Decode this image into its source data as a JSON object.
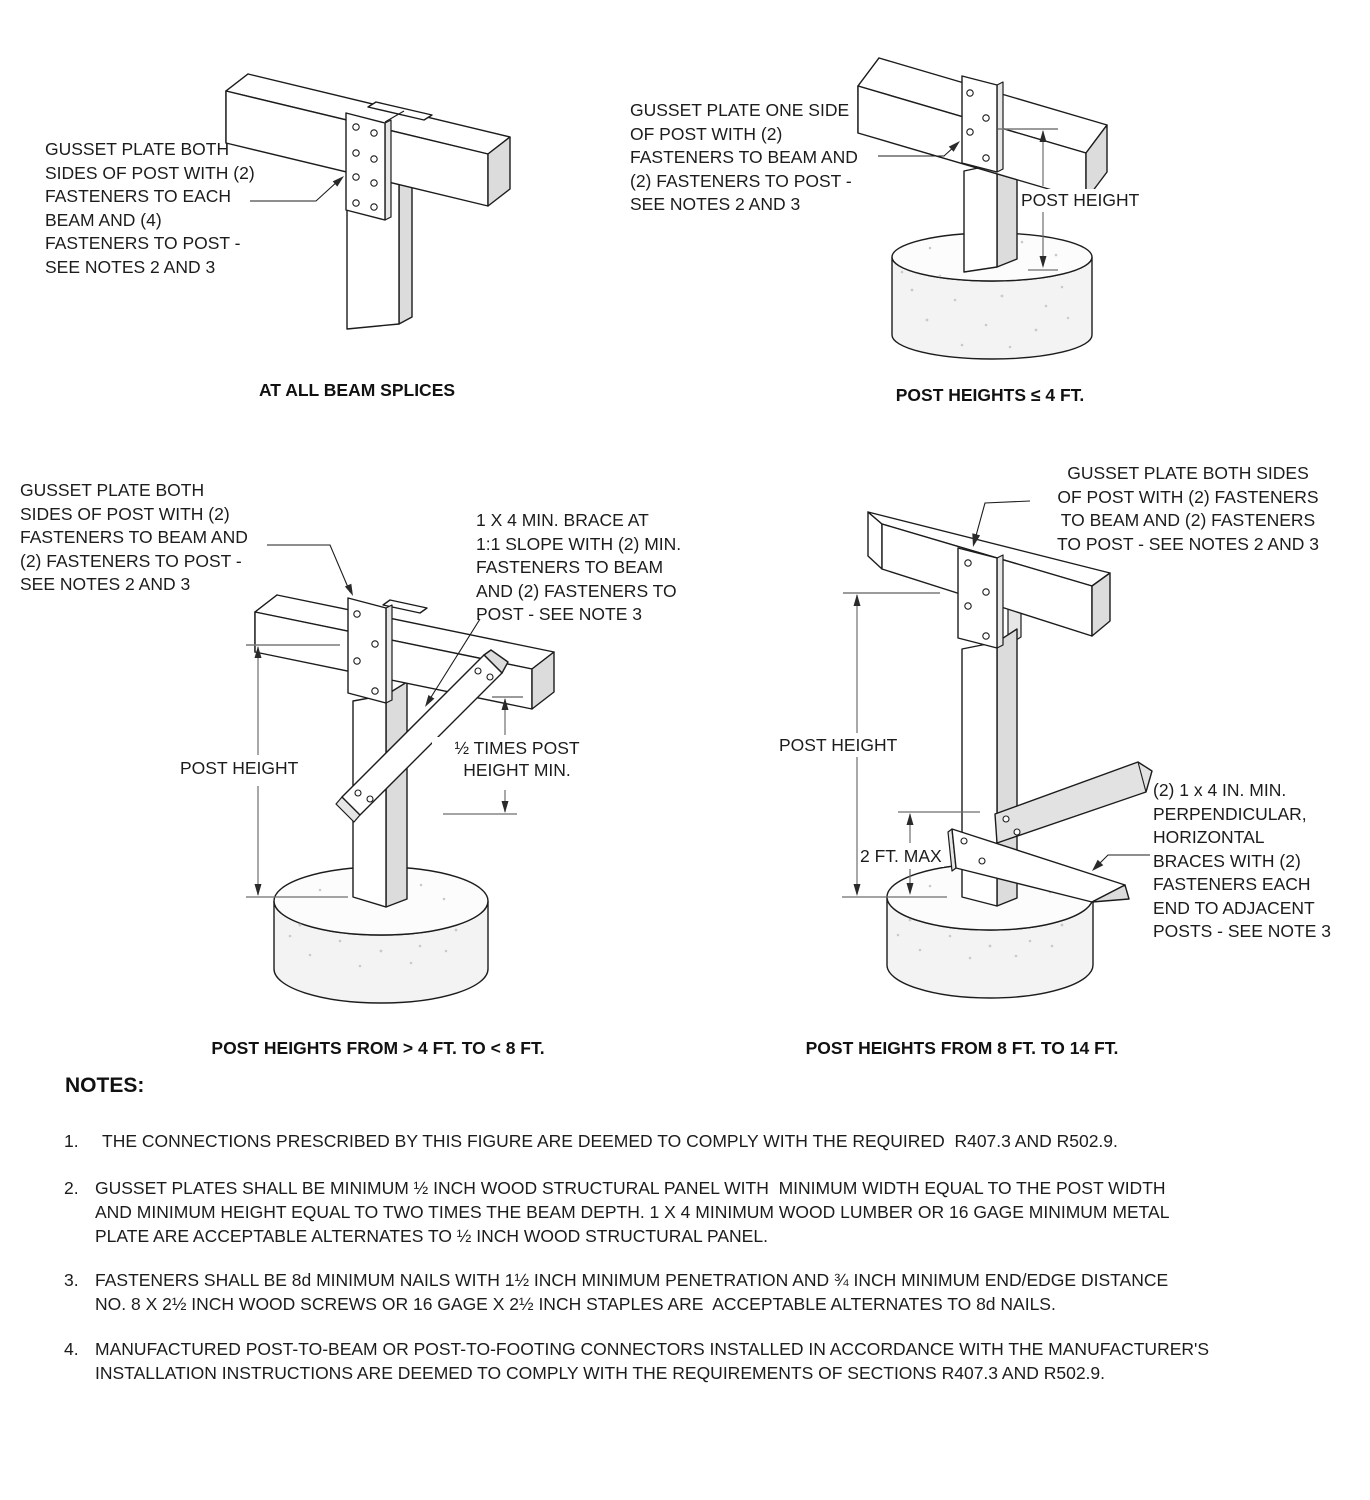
{
  "figure": {
    "panels": [
      {
        "id": "beam-splice",
        "callout_gusset": "GUSSET PLATE BOTH\nSIDES OF POST WITH (2)\nFASTENERS TO EACH\nBEAM AND (4)\nFASTENERS TO POST -\nSEE NOTES 2 AND 3",
        "caption": "AT ALL BEAM SPLICES"
      },
      {
        "id": "post-height-up-to-4ft",
        "callout_gusset": "GUSSET PLATE ONE SIDE\nOF POST WITH (2)\nFASTENERS TO BEAM AND\n(2) FASTENERS TO POST -\nSEE NOTES 2 AND 3",
        "dim_post_height": "POST HEIGHT",
        "caption": "POST HEIGHTS ≤ 4 FT."
      },
      {
        "id": "post-height-4-to-8ft",
        "callout_gusset": "GUSSET PLATE BOTH\nSIDES OF POST WITH (2)\nFASTENERS TO BEAM AND\n(2) FASTENERS TO POST -\nSEE NOTES 2 AND 3",
        "callout_brace": "1 X 4 MIN. BRACE AT\n1:1 SLOPE WITH (2) MIN.\nFASTENERS TO BEAM\nAND (2) FASTENERS TO\nPOST - SEE NOTE 3",
        "dim_post_height": "POST HEIGHT",
        "dim_half_post_height": "½ TIMES POST\nHEIGHT MIN.",
        "caption": "POST HEIGHTS FROM > 4 FT. TO < 8 FT."
      },
      {
        "id": "post-height-8-to-14ft",
        "callout_gusset": "GUSSET PLATE BOTH SIDES\nOF POST WITH (2) FASTENERS\nTO BEAM AND (2) FASTENERS\nTO POST - SEE NOTES 2 AND 3",
        "callout_braces": "(2) 1 x 4 IN. MIN.\nPERPENDICULAR,\nHORIZONTAL\nBRACES WITH (2)\nFASTENERS EACH\nEND TO ADJACENT\nPOSTS - SEE NOTE 3",
        "dim_post_height": "POST HEIGHT",
        "dim_2ft_max": "2 FT. MAX",
        "caption": "POST HEIGHTS FROM 8 FT. TO 14 FT."
      }
    ],
    "notes": {
      "heading": "NOTES:",
      "items": [
        {
          "num": "1.",
          "text": "THE CONNECTIONS PRESCRIBED BY THIS FIGURE ARE DEEMED TO COMPLY WITH THE REQUIRED  R407.3 AND R502.9."
        },
        {
          "num": "2.",
          "text": "GUSSET PLATES SHALL BE MINIMUM ½ INCH WOOD STRUCTURAL PANEL WITH  MINIMUM WIDTH EQUAL TO THE POST WIDTH\nAND MINIMUM HEIGHT EQUAL TO TWO TIMES THE BEAM DEPTH. 1 X 4 MINIMUM WOOD LUMBER OR 16 GAGE MINIMUM METAL\nPLATE ARE ACCEPTABLE ALTERNATES TO ½ INCH WOOD STRUCTURAL PANEL."
        },
        {
          "num": "3.",
          "text": "FASTENERS SHALL BE 8d MINIMUM NAILS WITH 1½ INCH MINIMUM PENETRATION AND ¾ INCH MINIMUM END/EDGE DISTANCE\nNO. 8 X 2½ INCH WOOD SCREWS OR 16 GAGE X 2½ INCH STAPLES ARE  ACCEPTABLE ALTERNATES TO 8d NAILS."
        },
        {
          "num": "4.",
          "text": "MANUFACTURED POST-TO-BEAM OR POST-TO-FOOTING CONNECTORS INSTALLED IN ACCORDANCE WITH THE MANUFACTURER'S\nINSTALLATION INSTRUCTIONS ARE DEEMED TO COMPLY WITH THE REQUIREMENTS OF SECTIONS R407.3 AND R502.9."
        }
      ]
    },
    "colors": {
      "line": "#1c1c1c",
      "shade": "#dcdcdc",
      "dim_line": "#6e6e6e",
      "footing_side": "#f3f3f3"
    }
  }
}
